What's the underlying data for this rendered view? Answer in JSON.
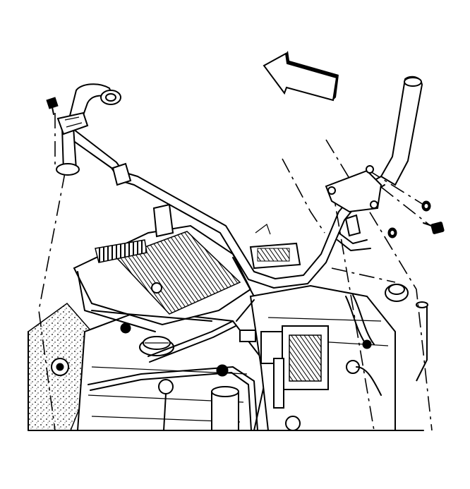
{
  "diagram": {
    "kind": "line-art",
    "subject": "engine-coolant-bypass-pipe-removal",
    "direction_arrow": "left",
    "colors": {
      "ink": "#000000",
      "paper": "#ffffff"
    }
  }
}
